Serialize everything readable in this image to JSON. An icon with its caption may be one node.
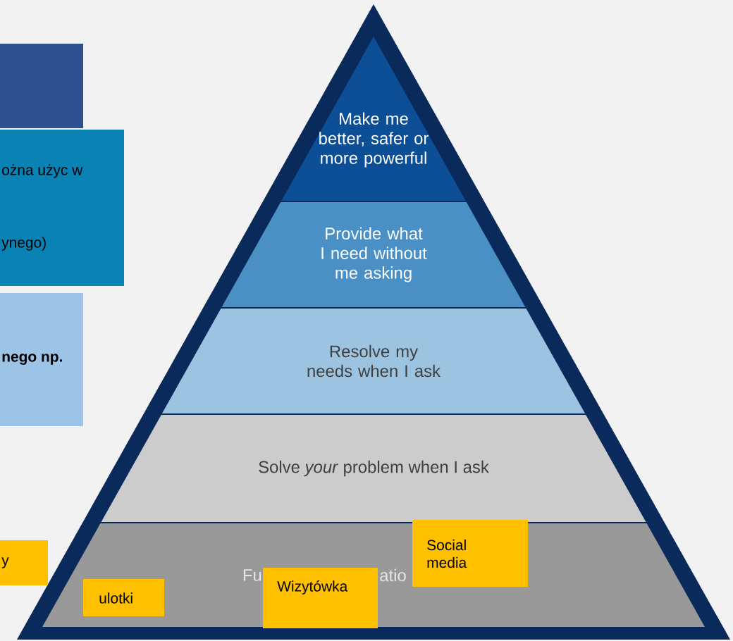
{
  "diagram": {
    "nodes": [
      {
        "text": [],
        "shape": "box"
      },
      {
        "text": [
          "ożna użyc w",
          "ynego)"
        ]
      },
      {
        "text": [
          "nego np."
        ]
      },
      {
        "text": [
          "y"
        ]
      },
      {
        "text": [
          "Make me better, safer or more powerful"
        ]
      },
      {
        "text": [
          "Provide what I need without me asking"
        ]
      },
      {
        "text": [
          "Resolve my needs when I ask"
        ]
      },
      {
        "text": [
          "Solve *your* problem when I ask"
        ]
      },
      {
        "text": [
          "Fu",
          "atio"
        ]
      },
      {
        "text": [
          "ulotki"
        ],
        "in": 8
      },
      {
        "text": [
          "Wizytówka"
        ],
        "in": 8
      },
      {
        "text": [
          "Social media"
        ],
        "in": 8
      }
    ]
  }
}
